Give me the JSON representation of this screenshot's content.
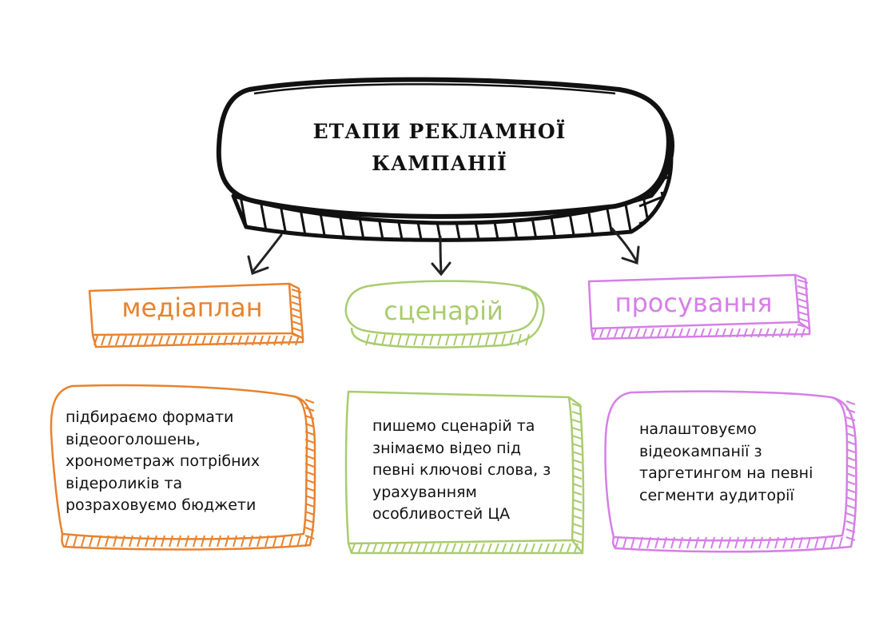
{
  "title": {
    "line1": "ЕТАПИ РЕКЛАМНОЇ",
    "line2": "КАМПАНІЇ"
  },
  "stages": [
    {
      "label": "медіаплан",
      "color": "#e8822e",
      "description": [
        "підбираємо формати",
        "відеооголошень,",
        "хронометраж потрібних",
        "відероликів та",
        "розраховуємо бюджети"
      ]
    },
    {
      "label": "сценарій",
      "color": "#a9cc6e",
      "description": [
        "пишемо сценарій та",
        "знімаємо відео під",
        "певні ключові слова, з",
        "урахуванням",
        "особливостей ЦА"
      ]
    },
    {
      "label": "просування",
      "color": "#d57fe6",
      "description": [
        "налаштовуємо",
        "відеокампанії  з",
        "таргетингом на певні",
        "сегменти аудиторії"
      ]
    }
  ]
}
